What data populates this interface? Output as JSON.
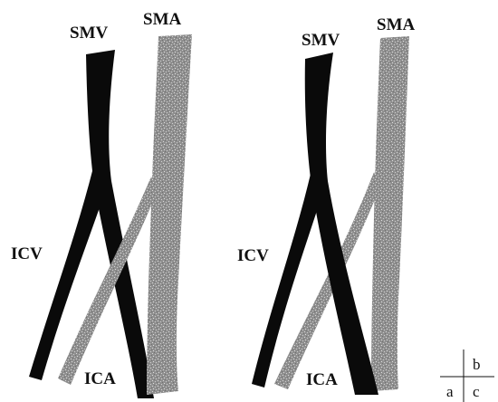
{
  "panels": [
    {
      "vessels": [
        {
          "name": "SMV"
        },
        {
          "name": "SMA"
        },
        {
          "name": "ICV"
        },
        {
          "name": "ICA"
        }
      ]
    },
    {
      "vessels": [
        {
          "name": "SMV"
        },
        {
          "name": "SMA"
        },
        {
          "name": "ICV"
        },
        {
          "name": "ICA"
        }
      ]
    }
  ],
  "panel_key": {
    "top_right": "b",
    "bottom_left": "a",
    "bottom_right": "c"
  },
  "colors": {
    "vein": "#0a0a0a",
    "artery_base": "#8f8f8f",
    "artery_speckle": "#d8d8d8",
    "text": "#111111"
  }
}
